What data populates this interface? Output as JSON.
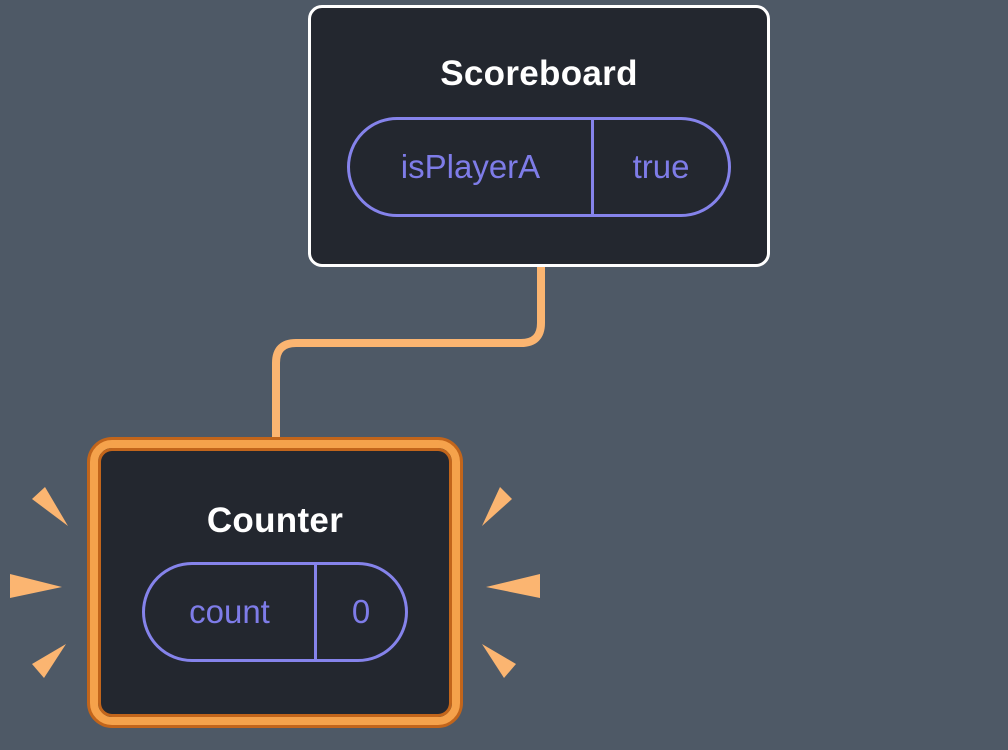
{
  "diagram": {
    "parent": {
      "title": "Scoreboard",
      "state": {
        "key": "isPlayerA",
        "value": "true"
      }
    },
    "child": {
      "title": "Counter",
      "state": {
        "key": "count",
        "value": "0"
      }
    },
    "colors": {
      "background": "#4E5966",
      "box_bg": "#23272F",
      "box_border": "#FFFFFF",
      "title_text": "#FFFFFF",
      "state_text": "#7E7CE8",
      "state_border": "#8583EB",
      "connector": "#FBB571",
      "highlight": "#F5A24B",
      "highlight_dark": "#C2651B"
    }
  }
}
